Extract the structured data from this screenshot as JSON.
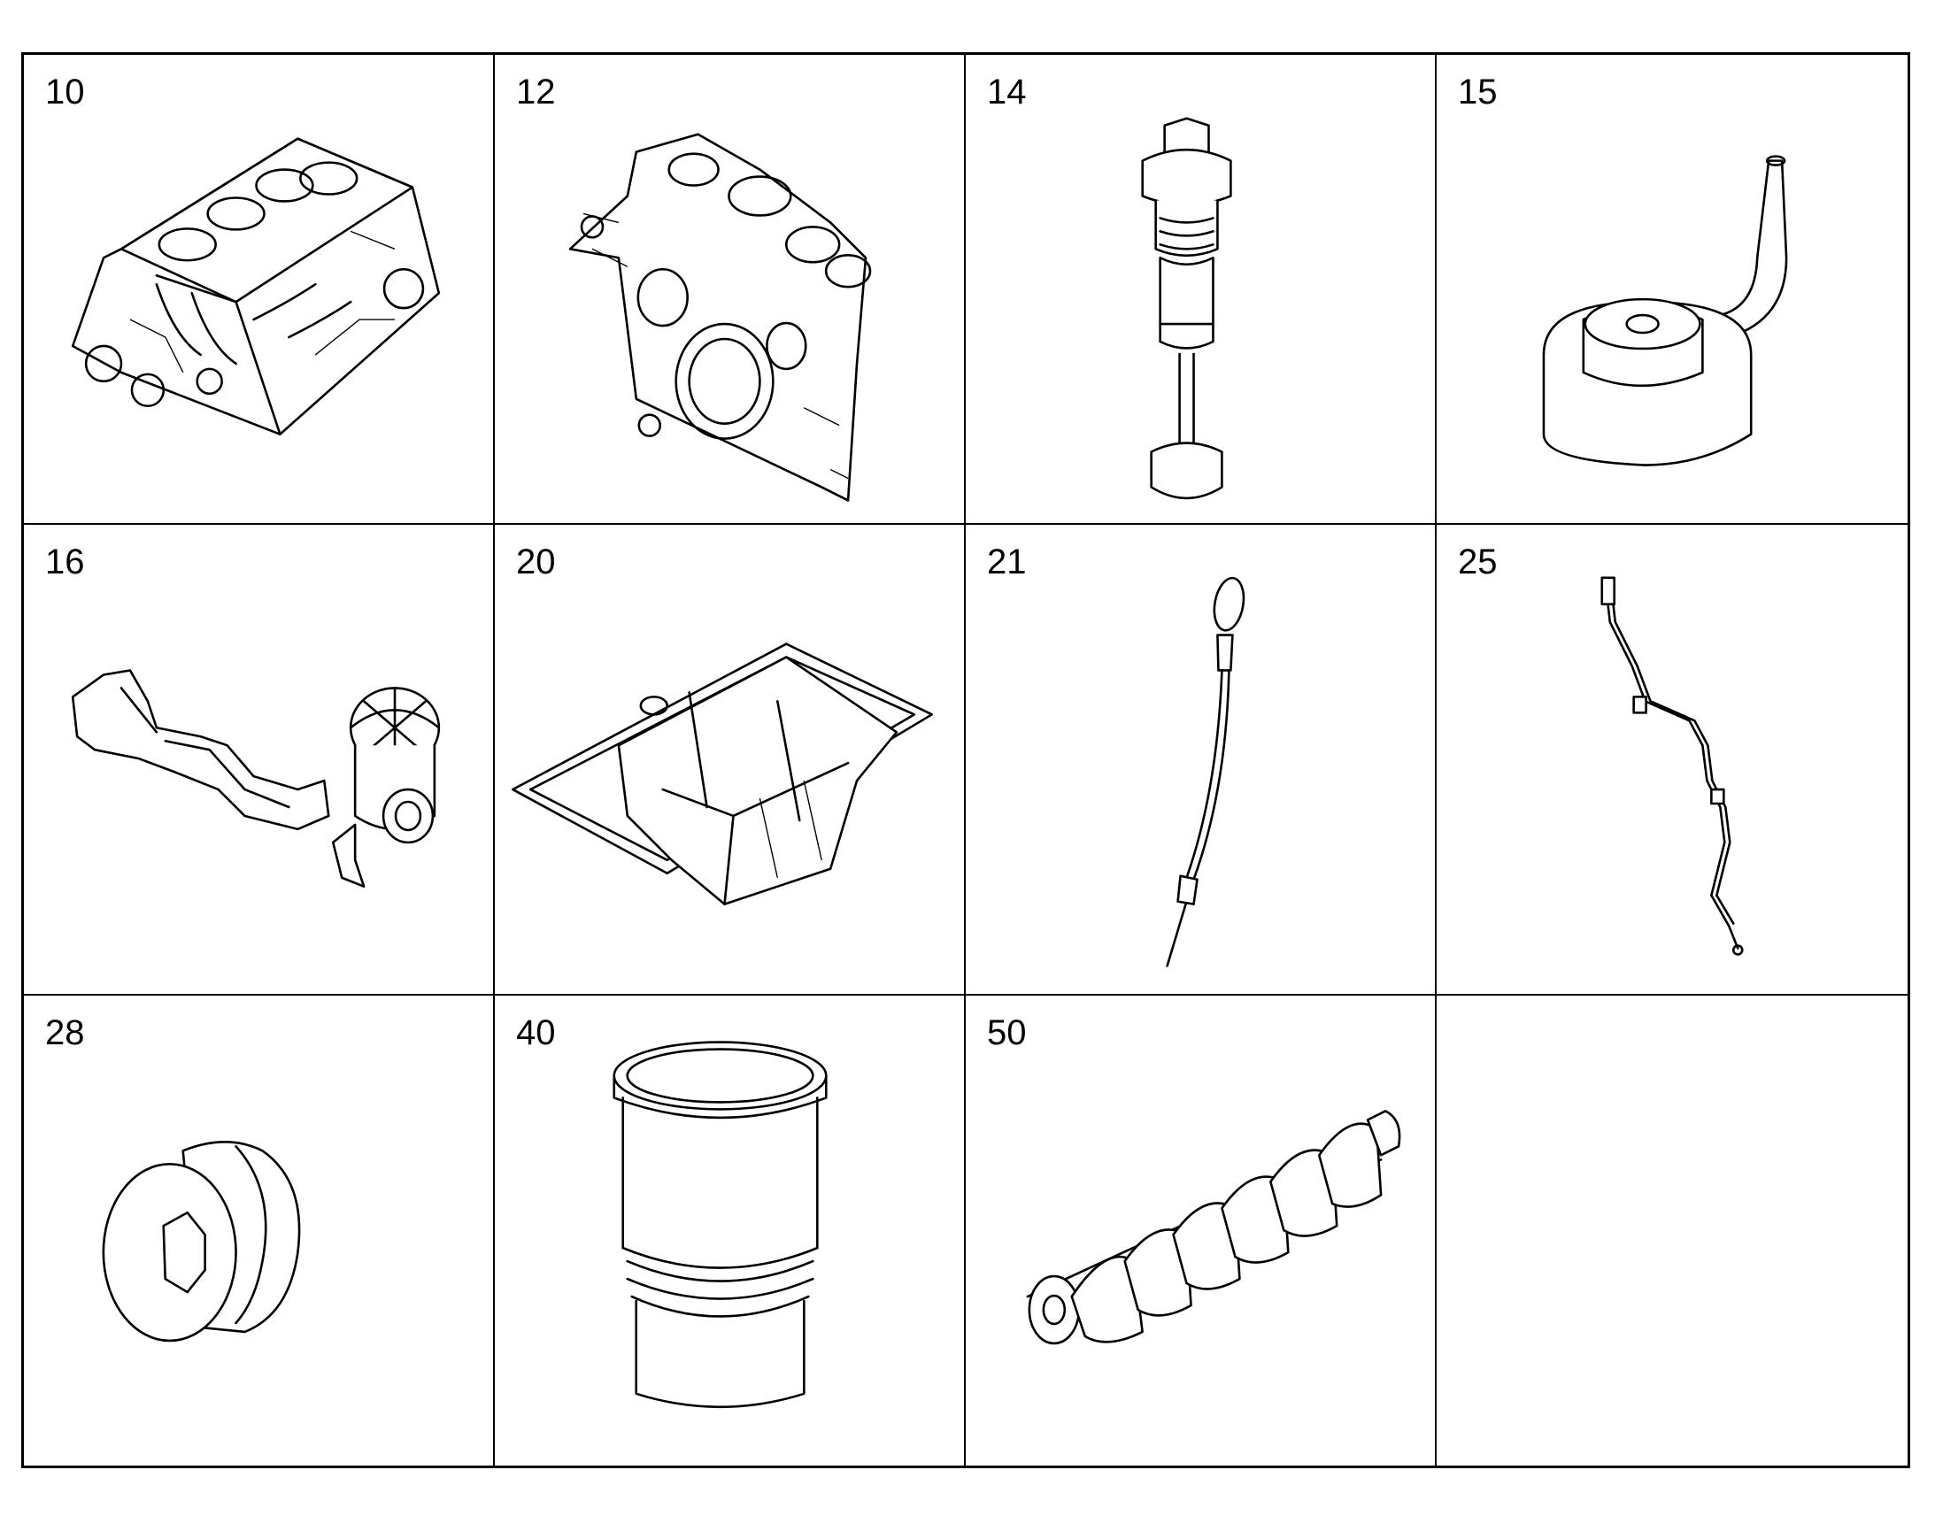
{
  "cells": [
    {
      "number": "10",
      "icon": "cylinder-block-icon"
    },
    {
      "number": "12",
      "icon": "timing-case-icon"
    },
    {
      "number": "14",
      "icon": "oil-pressure-valve-icon"
    },
    {
      "number": "15",
      "icon": "piston-cooling-nozzle-icon"
    },
    {
      "number": "16",
      "icon": "oil-filler-breather-icon"
    },
    {
      "number": "20",
      "icon": "oil-pan-icon"
    },
    {
      "number": "21",
      "icon": "dipstick-icon"
    },
    {
      "number": "25",
      "icon": "dipstick-guide-tube-icon"
    },
    {
      "number": "28",
      "icon": "screw-plug-icon"
    },
    {
      "number": "40",
      "icon": "cylinder-liner-icon"
    },
    {
      "number": "50",
      "icon": "crankshaft-icon"
    },
    {
      "number": "",
      "icon": ""
    }
  ]
}
